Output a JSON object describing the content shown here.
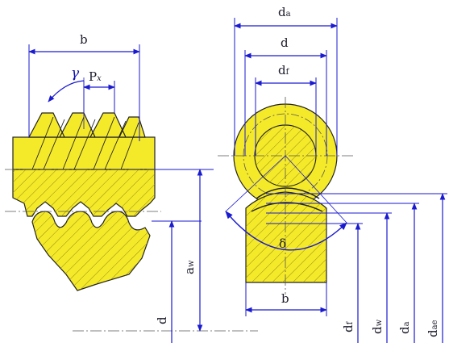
{
  "worm_view": {
    "width_label": "b",
    "lead_angle_label": "γ",
    "axial_pitch_label": "P",
    "axial_pitch_sub": "x",
    "center_distance_label": "a",
    "center_distance_sub": "w",
    "wheel_pitch_dia_label": "d"
  },
  "wheel_section": {
    "tip_dia_label": "d",
    "tip_dia_sub": "a",
    "pitch_dia_label": "d",
    "root_dia_label": "d",
    "root_dia_sub": "f",
    "face_angle_label": "δ",
    "face_width_label": "b",
    "wheel_root_label": "d",
    "wheel_root_sub": "f",
    "wheel_working_label": "d",
    "wheel_working_sub": "w",
    "wheel_tip_label": "d",
    "wheel_tip_sub": "a",
    "wheel_outer_label": "d",
    "wheel_outer_sub": "ae"
  },
  "colors": {
    "gear_fill": "#f5ea2a",
    "dimension_line": "#1a1ad0",
    "outline": "#222222"
  }
}
